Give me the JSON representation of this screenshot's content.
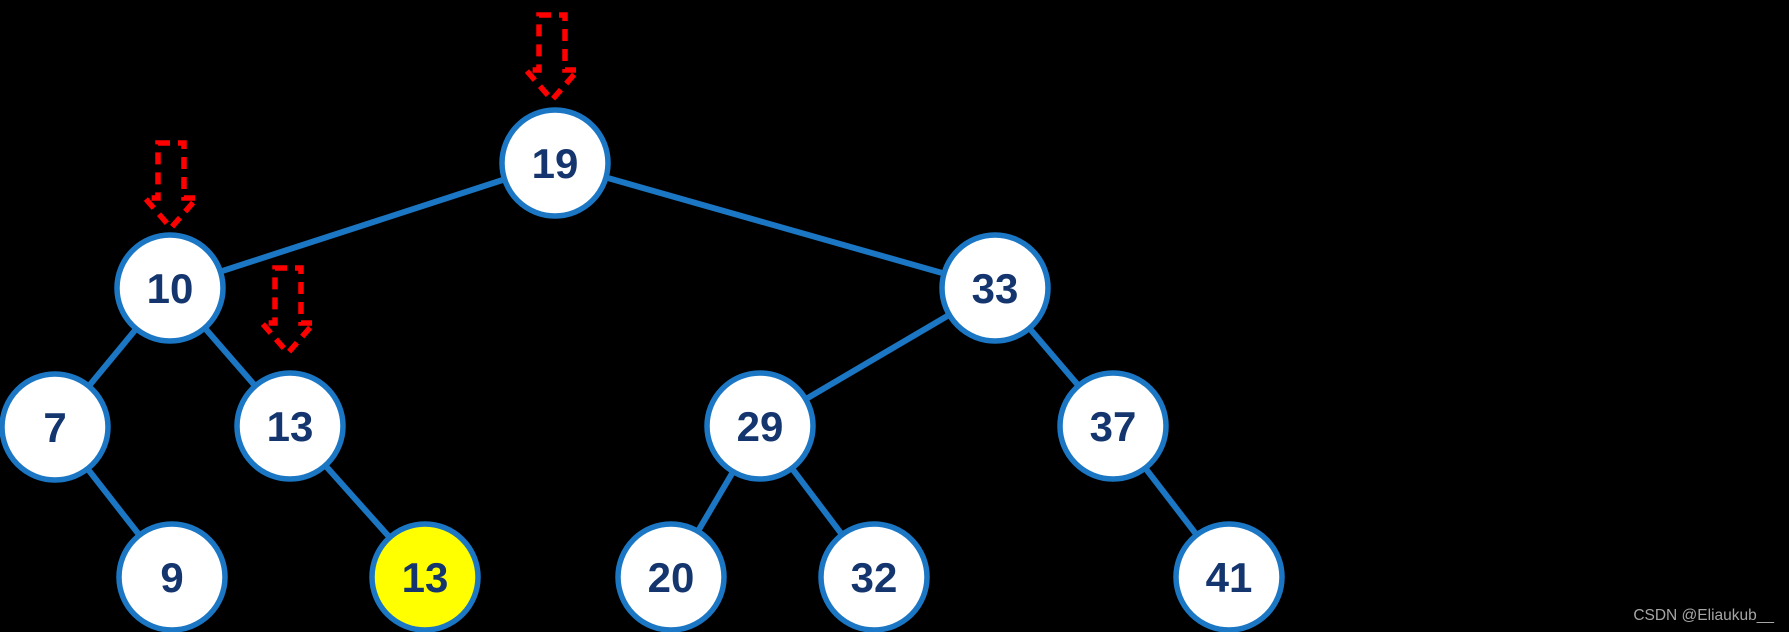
{
  "diagram": {
    "type": "binary-search-tree",
    "nodes": [
      {
        "value": "19",
        "highlighted": false
      },
      {
        "value": "10",
        "highlighted": false
      },
      {
        "value": "33",
        "highlighted": false
      },
      {
        "value": "7",
        "highlighted": false
      },
      {
        "value": "13",
        "highlighted": false
      },
      {
        "value": "29",
        "highlighted": false
      },
      {
        "value": "37",
        "highlighted": false
      },
      {
        "value": "9",
        "highlighted": false
      },
      {
        "value": "13",
        "highlighted": true
      },
      {
        "value": "20",
        "highlighted": false
      },
      {
        "value": "32",
        "highlighted": false
      },
      {
        "value": "41",
        "highlighted": false
      }
    ],
    "edges": [
      "19-10",
      "19-33",
      "10-7",
      "10-13",
      "7-9",
      "13-13h",
      "33-29",
      "33-37",
      "29-20",
      "29-32",
      "37-41"
    ],
    "pointers": [
      {
        "icon": "arrow-down-icon",
        "target": "19"
      },
      {
        "icon": "arrow-down-icon",
        "target": "10"
      },
      {
        "icon": "arrow-down-icon",
        "target": "13"
      }
    ],
    "colors": {
      "background": "#000000",
      "edge": "#1b76c4",
      "node_stroke": "#1b76c4",
      "node_fill": "#ffffff",
      "highlight_fill": "#ffff00",
      "label_text": "#14356e",
      "pointer_arrow": "#ff0000",
      "watermark_text": "#a6a6a6"
    }
  },
  "watermark": {
    "text": "CSDN @Eliaukub__"
  }
}
